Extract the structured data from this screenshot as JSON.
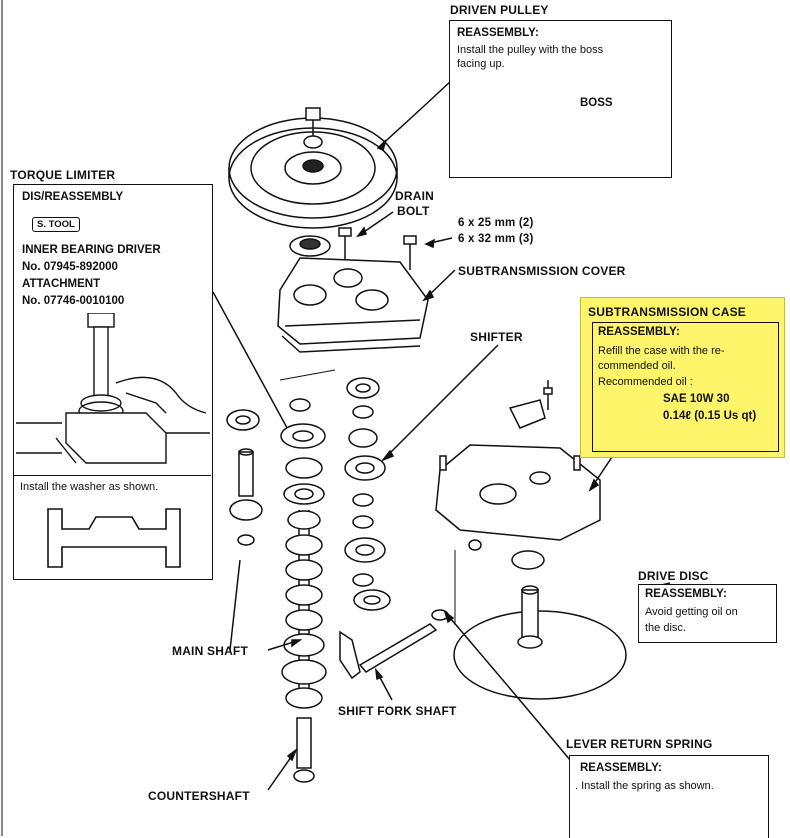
{
  "driven_pulley": {
    "title": "DRIVEN PULLEY",
    "reassembly_heading": "REASSEMBLY:",
    "instruction_line1": "Install the pulley with the boss",
    "instruction_line2": "facing up.",
    "boss_label": "BOSS"
  },
  "torque_limiter": {
    "title": "TORQUE LIMITER",
    "heading": "DIS/REASSEMBLY",
    "tool_badge": "S. TOOL",
    "tool1_name": "INNER BEARING DRIVER",
    "tool1_number": "No. 07945-892000",
    "tool2_name": "ATTACHMENT",
    "tool2_number": "No. 07746-0010100",
    "washer_note": "Install the washer as shown."
  },
  "drain_bolt": {
    "line1": "DRAIN",
    "line2": "BOLT"
  },
  "bolts": {
    "line1": "6 x 25 mm (2)",
    "line2": "6 x 32 mm (3)"
  },
  "subtransmission_cover": "SUBTRANSMISSION COVER",
  "shifter": "SHIFTER",
  "subtransmission_case": {
    "title": "SUBTRANSMISSION CASE",
    "heading": "REASSEMBLY:",
    "line1": "Refill the case with the re-",
    "line2": "commended oil.",
    "line3": "Recommended oil :",
    "oil_grade": "SAE 10W 30",
    "oil_capacity": "0.14ℓ (0.15 Us qt)"
  },
  "drive_disc": {
    "title": "DRIVE DISC",
    "heading": "REASSEMBLY:",
    "line1": "Avoid getting oil on",
    "line2": "the disc."
  },
  "main_shaft": "MAIN SHAFT",
  "shift_fork_shaft": "SHIFT FORK SHAFT",
  "countershaft": "COUNTERSHAFT",
  "lever_return_spring": {
    "title": "LEVER RETURN SPRING",
    "heading": "REASSEMBLY:",
    "line1": ". Install the spring as shown."
  },
  "colors": {
    "highlight": "#fff56b",
    "ink": "#111111"
  }
}
